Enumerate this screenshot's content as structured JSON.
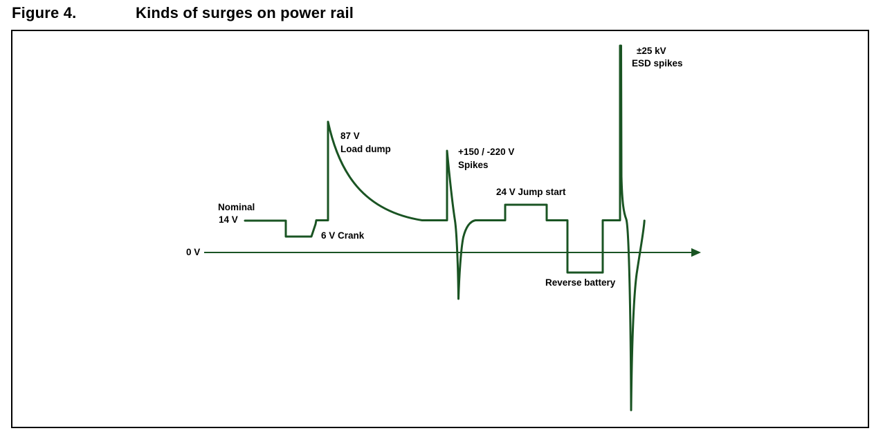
{
  "figure": {
    "label": "Figure 4.",
    "title": "Kinds of surges on power rail"
  },
  "axis": {
    "zero": "0 V"
  },
  "annotations": {
    "nominal_line1": "Nominal",
    "nominal_line2": "14 V",
    "crank": "6 V Crank",
    "load_dump_line1": "87 V",
    "load_dump_line2": "Load dump",
    "spikes_line1": "+150 / -220 V",
    "spikes_line2": "Spikes",
    "jump_start": "24 V Jump start",
    "reverse_battery": "Reverse battery",
    "esd_line1": "±25 kV",
    "esd_line2": "ESD spikes"
  },
  "colors": {
    "waveform": "#1a5423",
    "axis": "#1a5423",
    "text": "#000000",
    "border": "#000000",
    "background": "#ffffff"
  }
}
